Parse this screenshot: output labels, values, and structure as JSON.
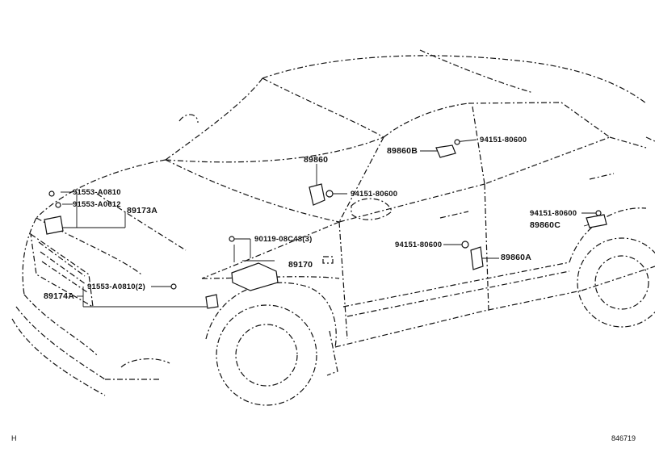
{
  "diagram": {
    "labels": {
      "p89860": "89860",
      "p89860B": "89860B",
      "p94151_top_right": "94151-80600",
      "p94151_mid": "94151-80600",
      "p91553_A0810": "91553-A0810",
      "p91553_A0612": "91553-A0612",
      "p89173A": "89173A",
      "p90119": "90119-08C48(3)",
      "p89170": "89170",
      "p94151_lower": "94151-80600",
      "p89860A": "89860A",
      "p94151_right": "94151-80600",
      "p89860C": "89860C",
      "p91553_A0810_2": "91553-A0810(2)",
      "p89174A": "89174A"
    },
    "corner_left": "H",
    "corner_right": "846719"
  }
}
